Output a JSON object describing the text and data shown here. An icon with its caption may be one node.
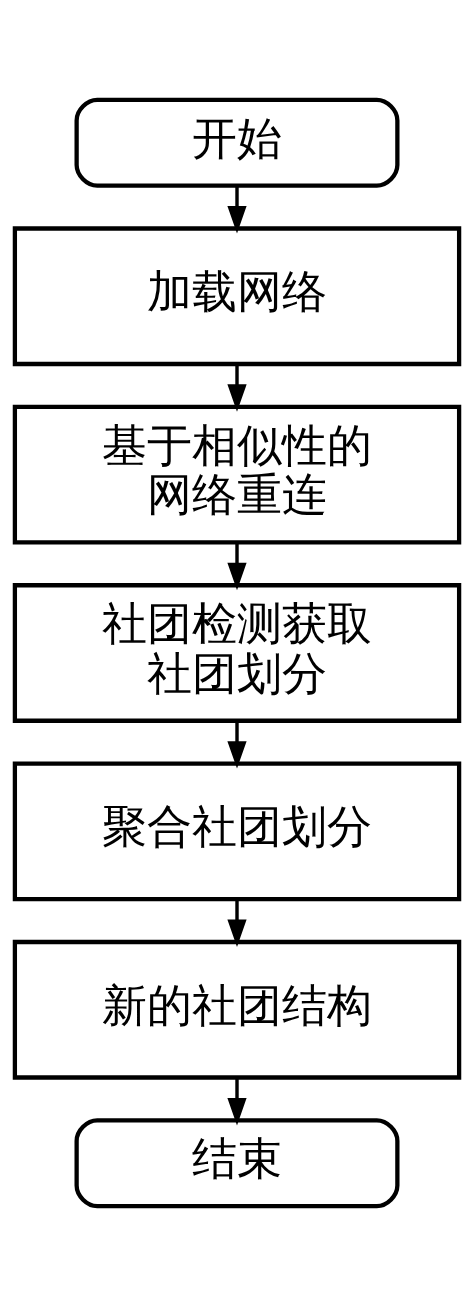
{
  "diagram": {
    "nodes": [
      {
        "text": [
          "开始"
        ]
      },
      {
        "text": [
          "加载网络"
        ]
      },
      {
        "text": [
          "基于相似性的网络重连"
        ]
      },
      {
        "text": [
          "社团检测获取社团划分"
        ]
      },
      {
        "text": [
          "聚合社团划分"
        ]
      },
      {
        "text": [
          "新的社团结构"
        ]
      },
      {
        "text": [
          "结束"
        ]
      }
    ],
    "edges": [
      {
        "from": 0,
        "to": 1,
        "arrow": "to"
      },
      {
        "from": 1,
        "to": 2,
        "arrow": "to"
      },
      {
        "from": 2,
        "to": 3,
        "arrow": "to"
      },
      {
        "from": 3,
        "to": 4,
        "arrow": "to"
      },
      {
        "from": 4,
        "to": 5,
        "arrow": "to"
      },
      {
        "from": 5,
        "to": 6,
        "arrow": "to"
      }
    ]
  }
}
